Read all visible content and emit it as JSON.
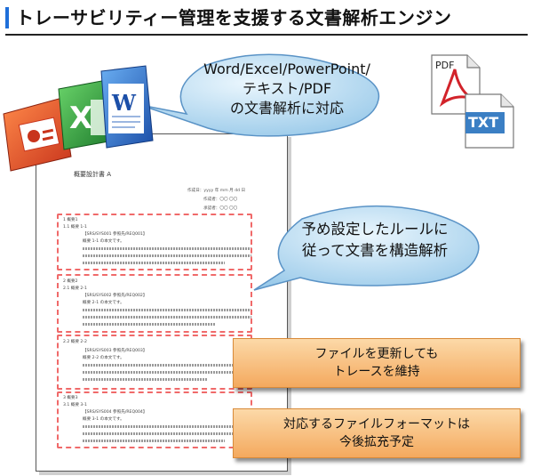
{
  "header": {
    "title": "トレーサビリティー管理を支援する文書解析エンジン"
  },
  "callout_formats": {
    "lines": [
      "Word/Excel/PowerPoint/",
      "テキスト/PDF",
      "の文書解析に対応"
    ]
  },
  "callout_rules": {
    "lines": [
      "予め設定したルールに",
      "従って文書を構造解析"
    ]
  },
  "feature_boxes": [
    {
      "lines": [
        "ファイルを更新しても",
        "トレースを維持"
      ]
    },
    {
      "lines": [
        "対応するファイルフォーマットは",
        "今後拡充予定"
      ]
    }
  ],
  "file_icons": {
    "pdf_label": "PDF",
    "txt_label": "TXT"
  },
  "sample_document": {
    "title": "概要設計書 A",
    "meta": [
      "作成日：yyyy 年 mm 月 dd 日",
      "作成者：〇〇 〇〇",
      "承認者：〇〇 〇〇"
    ],
    "sections": [
      {
        "heading": "1 概要1",
        "sub": "1.1 概要 1-1",
        "req": "【SRS/SYS001 参照先/REQ001】",
        "body": "概要 1-1 の本文です。"
      },
      {
        "heading": "2 概要2",
        "sub": "2.1 概要 2-1",
        "req": "【SRS/SYS002 参照先/REQ002】",
        "body": "概要 2-1 の本文です。"
      },
      {
        "heading": "2.2 概要 2-2",
        "sub": "",
        "req": "【SRS/SYS003 参照先/REQ003】",
        "body": "概要 2-2 の本文です。"
      },
      {
        "heading": "3 概要3",
        "sub": "3.1 概要 3-1",
        "req": "【SRS/SYS004 参照先/REQ004】",
        "body": "概要 3-1 の本文です。"
      }
    ]
  },
  "colors": {
    "accent": "#1e6fd9",
    "bubble": "#bfe0f5",
    "orange": "#f4a95e",
    "dash": "#f06a6a"
  }
}
